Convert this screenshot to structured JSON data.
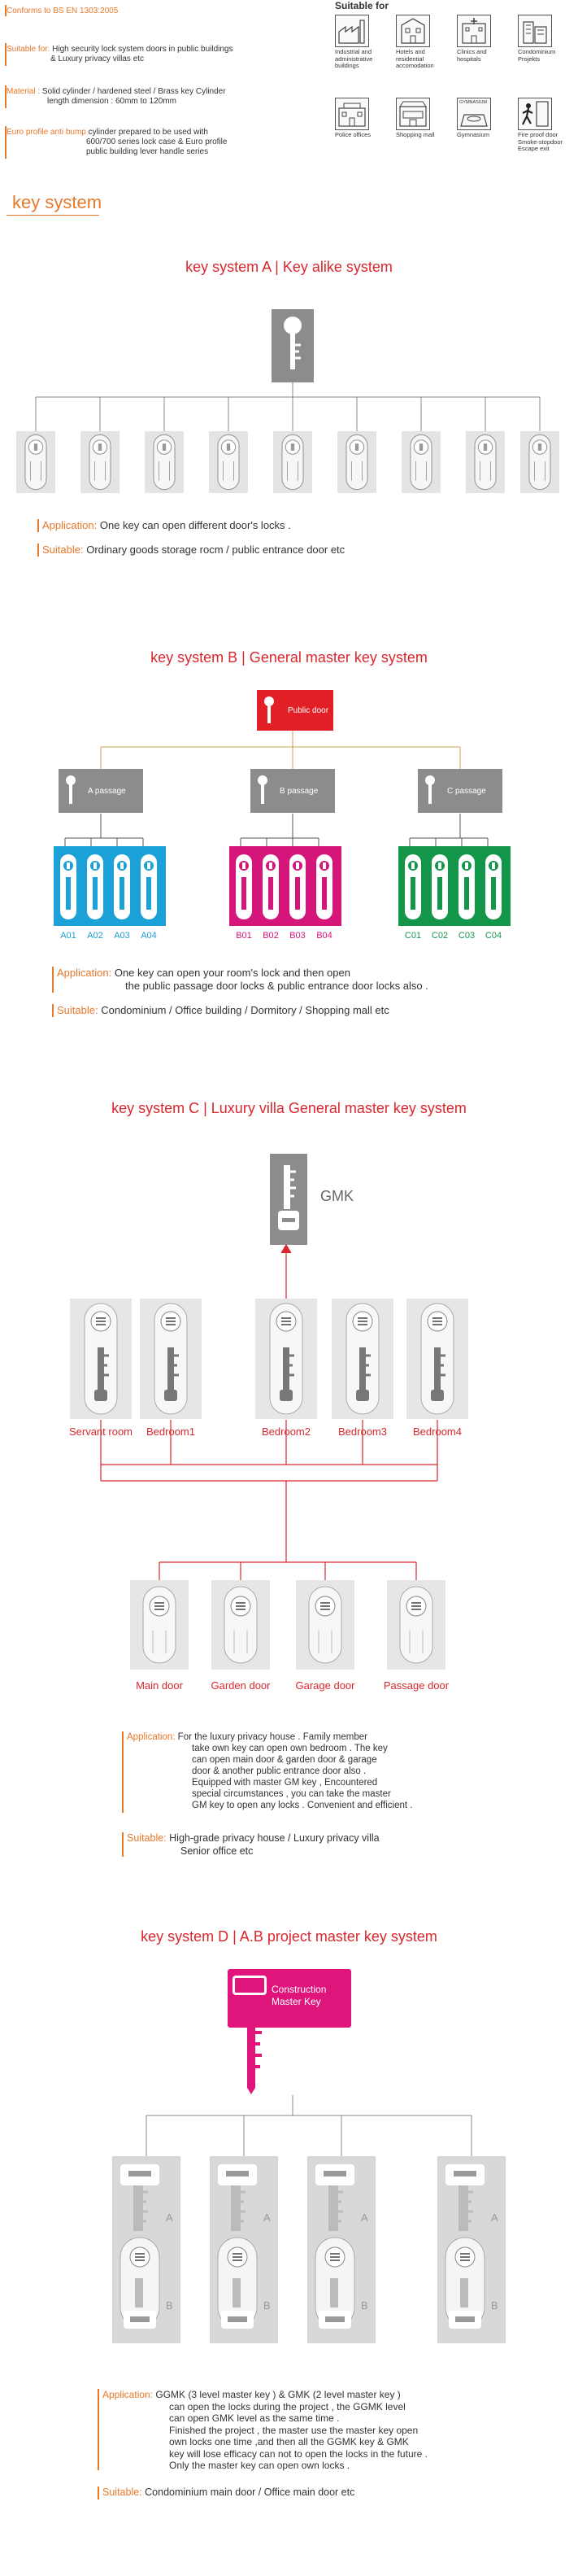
{
  "specs": {
    "conforms": "Conforms to BS EN 1303:2005",
    "suitable_label": "Suitable for:",
    "suitable_text_1": "High security lock system doors in public buildings",
    "suitable_text_2": "& Luxury privacy villas etc",
    "material_label": "Material :",
    "material_text_1": "Solid cylinder / hardened steel / Brass key Cylinder",
    "material_text_2": "length dimension : 60mm to 120mm",
    "euro_label": "Euro profile anti bump",
    "euro_text_1": "cylinder prepared to be used with",
    "euro_text_2": "600/700 series lock case & Euro profile",
    "euro_text_3": "public building lever handle series"
  },
  "suitable_for": {
    "heading": "Suitable for",
    "venues": [
      {
        "caption": "Industrial and administrative buildings",
        "icon": "factory-icon"
      },
      {
        "caption": "Hotels and residential accomodation",
        "icon": "hotel-icon"
      },
      {
        "caption": "Clinics and hospitals",
        "icon": "hospital-icon"
      },
      {
        "caption": "Condominium Projekts",
        "icon": "condominium-icon"
      },
      {
        "caption": "Police offices",
        "icon": "police-icon"
      },
      {
        "caption": "Shopping mall",
        "icon": "mall-icon"
      },
      {
        "caption": "Gymnasium",
        "icon": "gymnasium-icon"
      },
      {
        "caption": "Fire proof door Smoke-stopdoor Escape exit",
        "icon": "fire-exit-icon"
      }
    ],
    "gym_sign": "GYMNASIUM"
  },
  "section_title": "key system",
  "system_a": {
    "title": "key system A | Key alike system",
    "application_label": "Application:",
    "application_text": "One key can open different door's locks .",
    "suitable_label": "Suitable:",
    "suitable_text": "Ordinary goods storage rocm / public entrance door etc"
  },
  "system_b": {
    "title": "key system B | General master key system",
    "top_label": "Public door",
    "passages": [
      "A passage",
      "B passage",
      "C passage"
    ],
    "groups": [
      {
        "labels": [
          "A01",
          "A02",
          "A03",
          "A04"
        ],
        "color": "#1ba0d8"
      },
      {
        "labels": [
          "B01",
          "B02",
          "B03",
          "B04"
        ],
        "color": "#d4157a"
      },
      {
        "labels": [
          "C01",
          "C02",
          "C03",
          "C04"
        ],
        "color": "#14964a"
      }
    ],
    "application_label": "Application:",
    "application_text_1": "One key can open your room's lock and then open",
    "application_text_2": "the public passage door locks & public entrance door locks also .",
    "suitable_label": "Suitable:",
    "suitable_text": "Condominium / Office building / Dormitory / Shopping mall etc"
  },
  "system_c": {
    "title": "key system C | Luxury villa General master key system",
    "gmk_label": "GMK",
    "rooms": [
      "Servant room",
      "Bedroom1",
      "Bedroom2",
      "Bedroom3",
      "Bedroom4"
    ],
    "doors": [
      "Main door",
      "Garden door",
      "Garage door",
      "Passage door"
    ],
    "application_label": "Application:",
    "application_lines": [
      "For the luxury privacy house . Family member",
      "take own key can open own bedroom . The key",
      "can open main door & garden door & garage",
      "door & another public entrance door also .",
      "Equipped with master GM key , Encountered",
      "special circumstances , you can take the master",
      "GM key to open any locks . Convenient and efficient ."
    ],
    "suitable_label": "Suitable:",
    "suitable_text_1": "High-grade privacy house / Luxury privacy villa",
    "suitable_text_2": "Senior office etc"
  },
  "system_d": {
    "title": "key system D | A.B project master key system",
    "master_label_1": "Construction",
    "master_label_2": "Master Key",
    "mark_a": "A",
    "mark_b": "B",
    "application_label": "Application:",
    "application_lines": [
      "GGMK (3 level master key ) & GMK (2 level master key )",
      "can open the locks during the project , the GGMK level",
      "can open GMK level as the same time .",
      "Finished the project , the master use the master key open",
      "own locks one time ,and then all the GGMK key & GMK",
      "key will lose efficacy can not to open the locks in the future .",
      "Only the master key can open own locks ."
    ],
    "suitable_label": "Suitable:",
    "suitable_text": "Condominium main door / Office main door etc"
  },
  "colors": {
    "orange": "#e8782a",
    "red": "#d9272e",
    "blue": "#1ba0d8",
    "magenta": "#d4157a",
    "green": "#14964a",
    "grey_key": "#8c8c8c"
  }
}
